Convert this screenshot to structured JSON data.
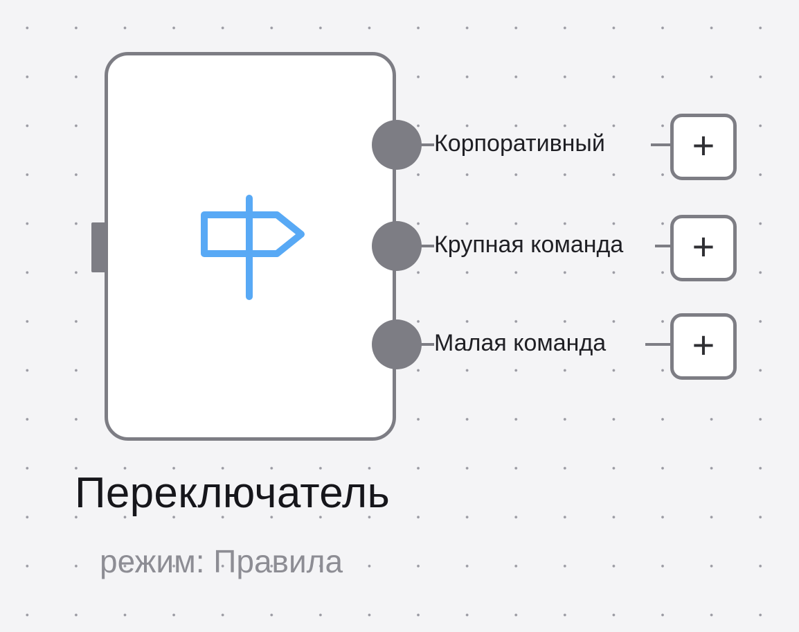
{
  "node": {
    "title": "Переключатель",
    "subtitle": "режим: Правила",
    "icon": "signpost-icon",
    "outputs": [
      {
        "label": "Корпоративный",
        "button_label": "+"
      },
      {
        "label": "Крупная команда",
        "button_label": "+"
      },
      {
        "label": "Малая команда",
        "button_label": "+"
      }
    ]
  },
  "colors": {
    "background": "#f4f4f6",
    "grid_dot": "#9a9aa2",
    "node_border": "#7d7d84",
    "node_fill": "#ffffff",
    "icon_accent": "#58a9f5",
    "title_text": "#16161b",
    "subtitle_text": "#8d8d94"
  }
}
